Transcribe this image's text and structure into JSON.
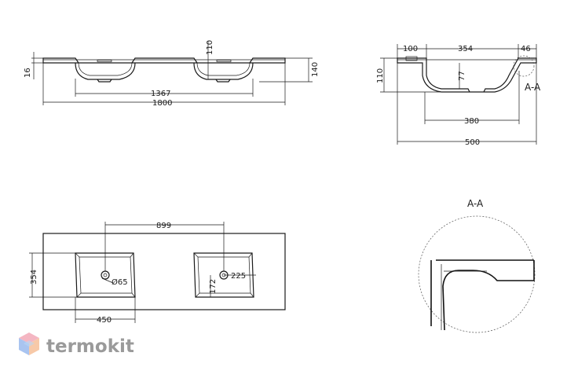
{
  "front_view": {
    "thickness": "16",
    "basin_height": "140",
    "basin_depth": "110",
    "inner_length": "1367",
    "total_length": "1800"
  },
  "side_view": {
    "back_margin": "100",
    "basin_width": "354",
    "front_margin": "46",
    "basin_depth": "110",
    "inner_depth": "77",
    "bottom_width": "380",
    "total_depth": "500",
    "section_label": "A-A"
  },
  "top_view": {
    "center_distance": "899",
    "basin_width": "354",
    "basin_length": "450",
    "drain_diameter": "Ø65",
    "drain_offset_y": "225",
    "drain_offset_x": "172"
  },
  "detail": {
    "title": "A-A"
  },
  "logo": {
    "text": "termokit",
    "colors": [
      "#f4b6c2",
      "#a9c4f0",
      "#f7c9a8",
      "#b9d7f5"
    ]
  }
}
